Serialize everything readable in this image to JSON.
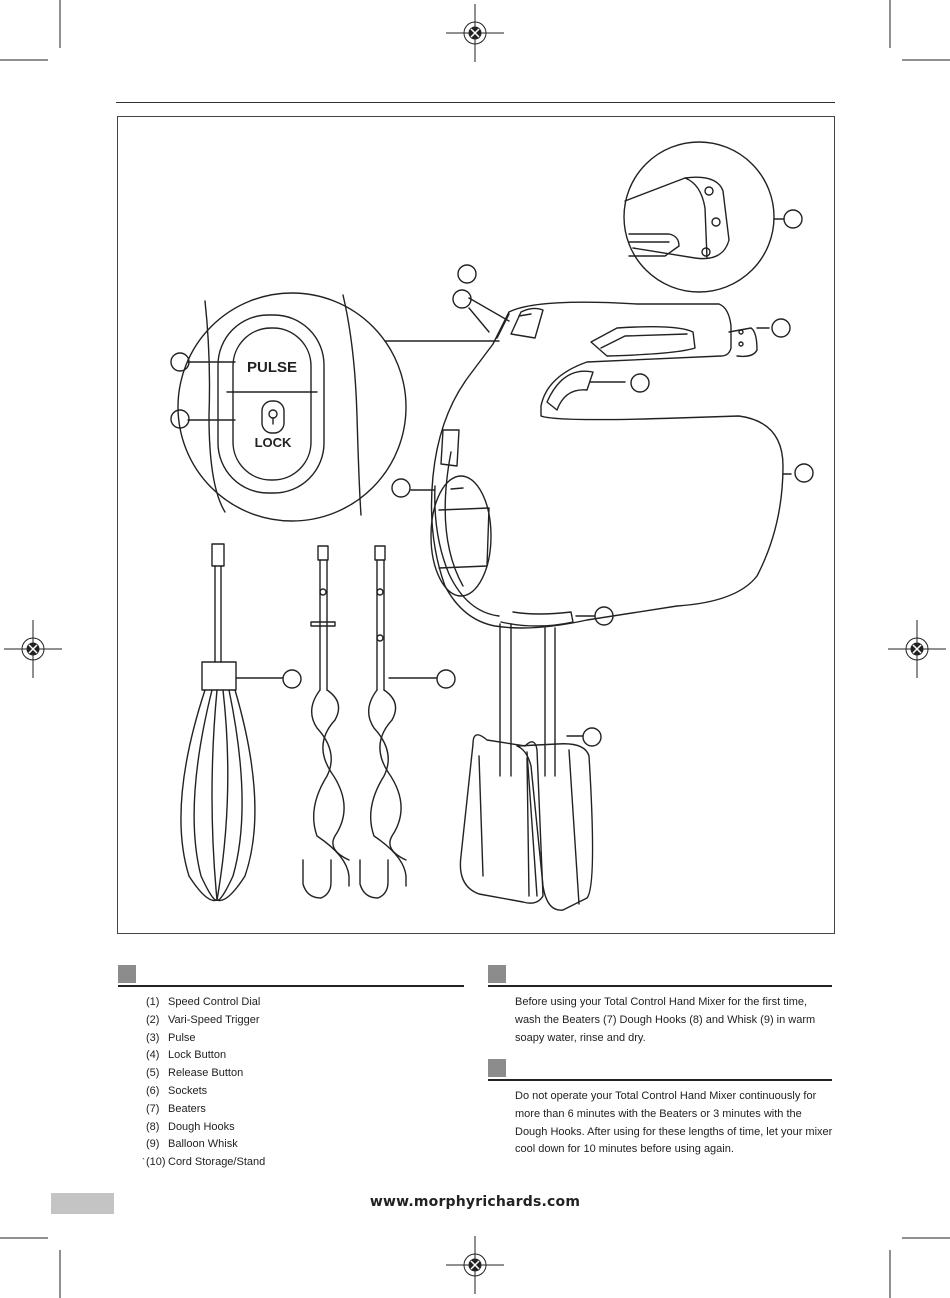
{
  "callout_labels": {
    "zoom_pulse_label": "PULSE",
    "zoom_lock_label": "LOCK"
  },
  "parts": {
    "items": [
      {
        "num": "(1)",
        "label": "Speed Control Dial"
      },
      {
        "num": "(2)",
        "label": "Vari-Speed Trigger"
      },
      {
        "num": "(3)",
        "label": "Pulse"
      },
      {
        "num": "(4)",
        "label": "Lock Button"
      },
      {
        "num": "(5)",
        "label": "Release Button"
      },
      {
        "num": "(6)",
        "label": "Sockets"
      },
      {
        "num": "(7)",
        "label": "Beaters"
      },
      {
        "num": "(8)",
        "label": "Dough Hooks"
      },
      {
        "num": "(9)",
        "label": "Balloon Whisk"
      },
      {
        "num": "(10)",
        "label": "Cord Storage/Stand"
      }
    ],
    "tick_mark": "`"
  },
  "first_use": {
    "text": "Before using your Total Control Hand Mixer for the first time, wash the Beaters (7) Dough Hooks (8) and Whisk (9) in warm soapy water, rinse and dry."
  },
  "operation": {
    "text": "Do not operate your Total Control Hand Mixer continuously for more than 6 minutes with the Beaters or 3 minutes with the Dough Hooks. After using for these lengths of time, let your mixer cool down for 10 minutes before using again."
  },
  "footer": {
    "url": "www.morphyrichards.com"
  },
  "colors": {
    "section_square": "#8c8c8c",
    "page_tab": "#c4c4c4",
    "ink": "#222222"
  }
}
